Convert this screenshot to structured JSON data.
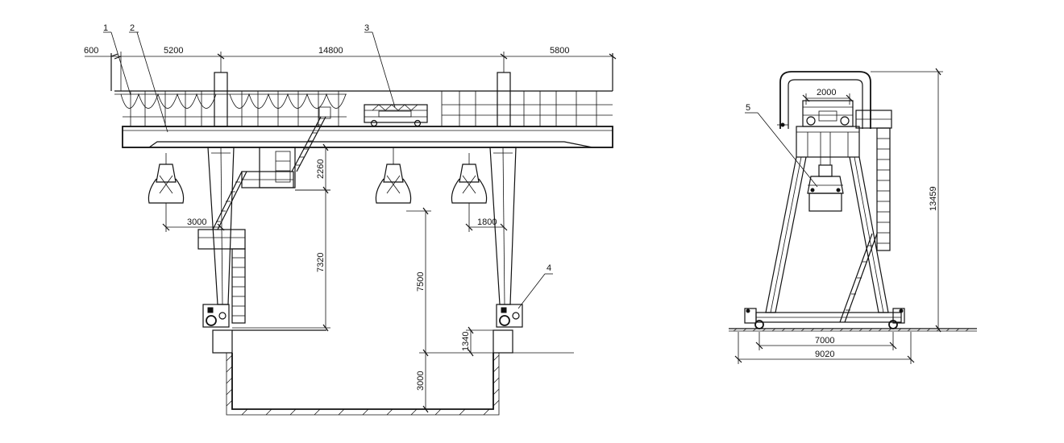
{
  "dimensions": {
    "d600": "600",
    "d5200": "5200",
    "d14800": "14800",
    "d5800": "5800",
    "d2260": "2260",
    "d3000_left": "3000",
    "d1800": "1800",
    "d7320": "7320",
    "d7500": "7500",
    "d1340": "1340",
    "d3000_pit": "3000",
    "d2000": "2000",
    "d13459": "13459",
    "d7000": "7000",
    "d9020": "9020"
  },
  "callouts": {
    "c1": "1",
    "c2": "2",
    "c3": "3",
    "c4": "4",
    "c5": "5"
  }
}
